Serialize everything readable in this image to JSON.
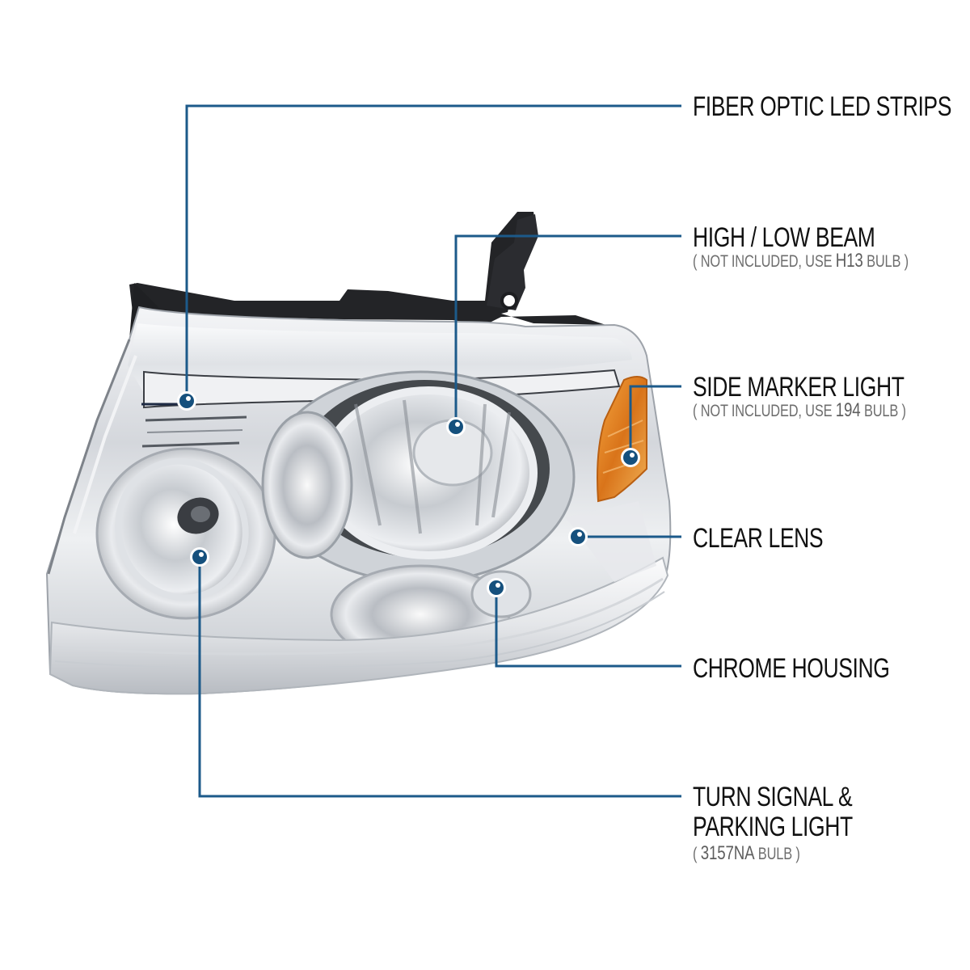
{
  "diagram": {
    "subject": "Chrome headlight assembly with amber side marker",
    "colors": {
      "callout_line": "#1c5a8a",
      "callout_dot": "#15507d",
      "label_text": "#111111",
      "sub_text": "#6e6e6e",
      "amber": "#e0821a",
      "background": "#ffffff"
    },
    "callouts": [
      {
        "id": "fiber-optic",
        "label": "FIBER OPTIC LED STRIPS",
        "sub_prefix": "",
        "sub_value": "",
        "sub_suffix": ""
      },
      {
        "id": "high-low-beam",
        "label": "HIGH / LOW BEAM",
        "sub_prefix": "( NOT INCLUDED, USE ",
        "sub_value": "H13",
        "sub_suffix": " BULB )"
      },
      {
        "id": "side-marker",
        "label": "SIDE MARKER LIGHT",
        "sub_prefix": "( NOT INCLUDED, USE ",
        "sub_value": "194",
        "sub_suffix": " BULB )"
      },
      {
        "id": "clear-lens",
        "label": "CLEAR LENS"
      },
      {
        "id": "chrome-housing",
        "label": "CHROME HOUSING"
      },
      {
        "id": "turn-signal",
        "label_line1": "TURN SIGNAL &",
        "label_line2": "PARKING LIGHT",
        "sub_prefix": "( ",
        "sub_value": "3157NA",
        "sub_suffix": " BULB )"
      }
    ]
  }
}
